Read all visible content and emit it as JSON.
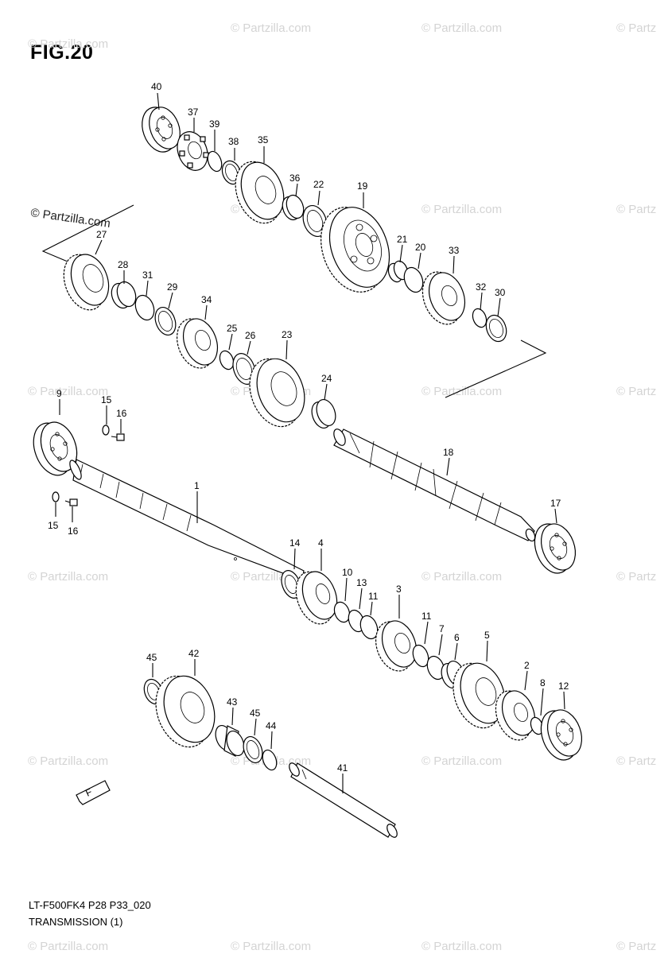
{
  "figure": {
    "title": "FIG.20",
    "code": "LT-F500FK4 P28 P33_020",
    "caption": "TRANSMISSION (1)"
  },
  "watermark": {
    "text": "© Partzilla.com",
    "short_text": "© Partz",
    "overlay_text": "© Partzilla.com"
  },
  "direction_marker": {
    "label": "F"
  },
  "callouts": [
    "40",
    "37",
    "39",
    "38",
    "35",
    "36",
    "22",
    "19",
    "21",
    "20",
    "33",
    "32",
    "30",
    "27",
    "28",
    "31",
    "29",
    "34",
    "25",
    "26",
    "23",
    "24",
    "9",
    "15",
    "16",
    "15",
    "16",
    "18",
    "1",
    "17",
    "14",
    "4",
    "10",
    "13",
    "11",
    "3",
    "11",
    "7",
    "6",
    "5",
    "45",
    "42",
    "2",
    "8",
    "12",
    "43",
    "45",
    "44",
    "41"
  ]
}
